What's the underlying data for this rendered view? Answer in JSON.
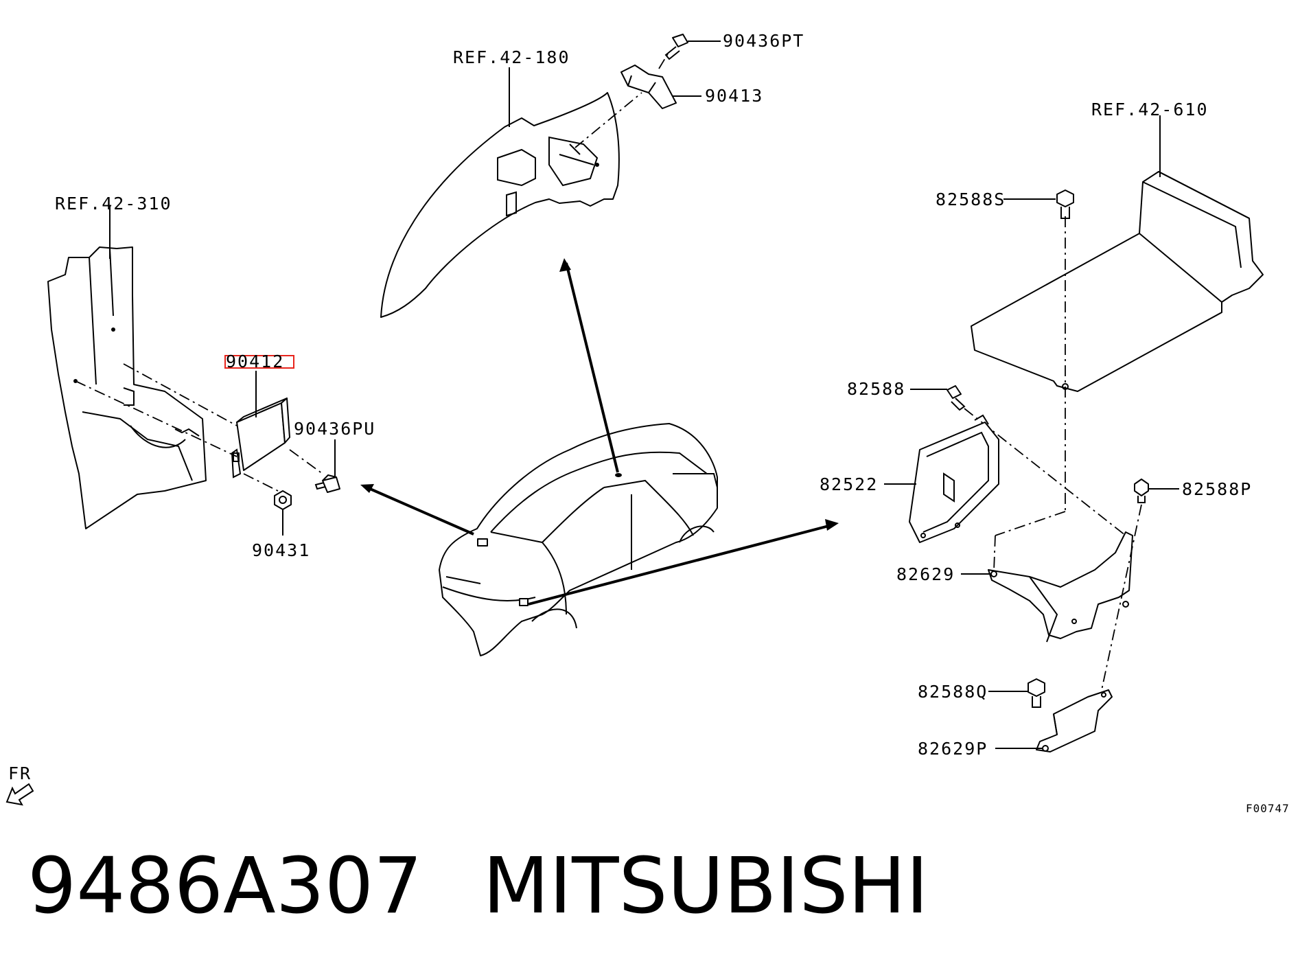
{
  "refs": {
    "ref_42_310": "REF.42-310",
    "ref_42_180": "REF.42-180",
    "ref_42_610": "REF.42-610"
  },
  "parts": {
    "p90436PT": "90436PT",
    "p90413": "90413",
    "p90412": "90412",
    "p90436PU": "90436PU",
    "p90431": "90431",
    "p82588S": "82588S",
    "p82588": "82588",
    "p82522": "82522",
    "p82588P": "82588P",
    "p82629": "82629",
    "p82588Q": "82588Q",
    "p82629P": "82629P"
  },
  "direction": "FR",
  "figure_code": "F00747",
  "caption": {
    "part_number": "9486A307",
    "brand": "MITSUBISHI"
  },
  "highlight_color": "#e8241c"
}
